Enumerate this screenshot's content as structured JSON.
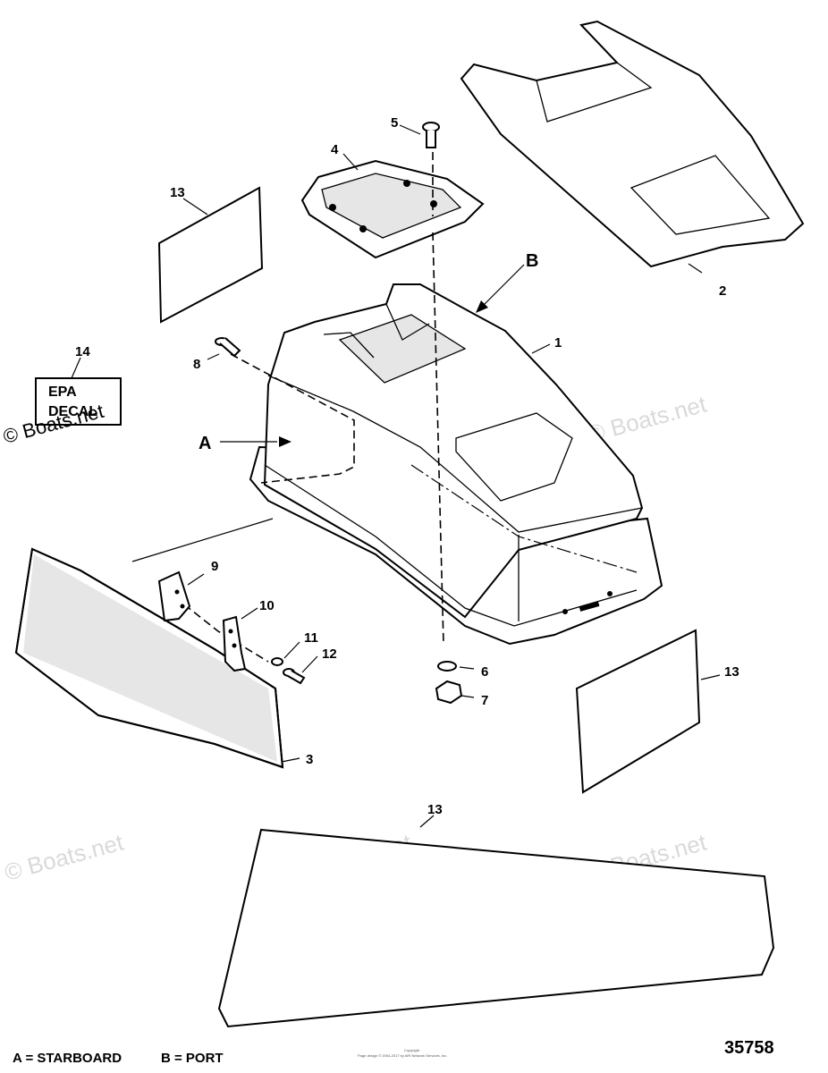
{
  "callouts": {
    "n1": "1",
    "n2": "2",
    "n3": "3",
    "n4": "4",
    "n5": "5",
    "n6": "6",
    "n7": "7",
    "n8": "8",
    "n9": "9",
    "n10": "10",
    "n11": "11",
    "n12": "12",
    "n13": "13",
    "n14": "14",
    "A": "A",
    "B": "B"
  },
  "decal": {
    "line1": "EPA",
    "line2": "DECAL"
  },
  "legend": {
    "a": "A = STARBOARD",
    "b": "B = PORT"
  },
  "figure_number": "35758",
  "watermark": "© Boats.net",
  "copyright_line1": "Copyright",
  "copyright_line2": "Page design © 2004-2017 by ARI Network Services, Inc."
}
